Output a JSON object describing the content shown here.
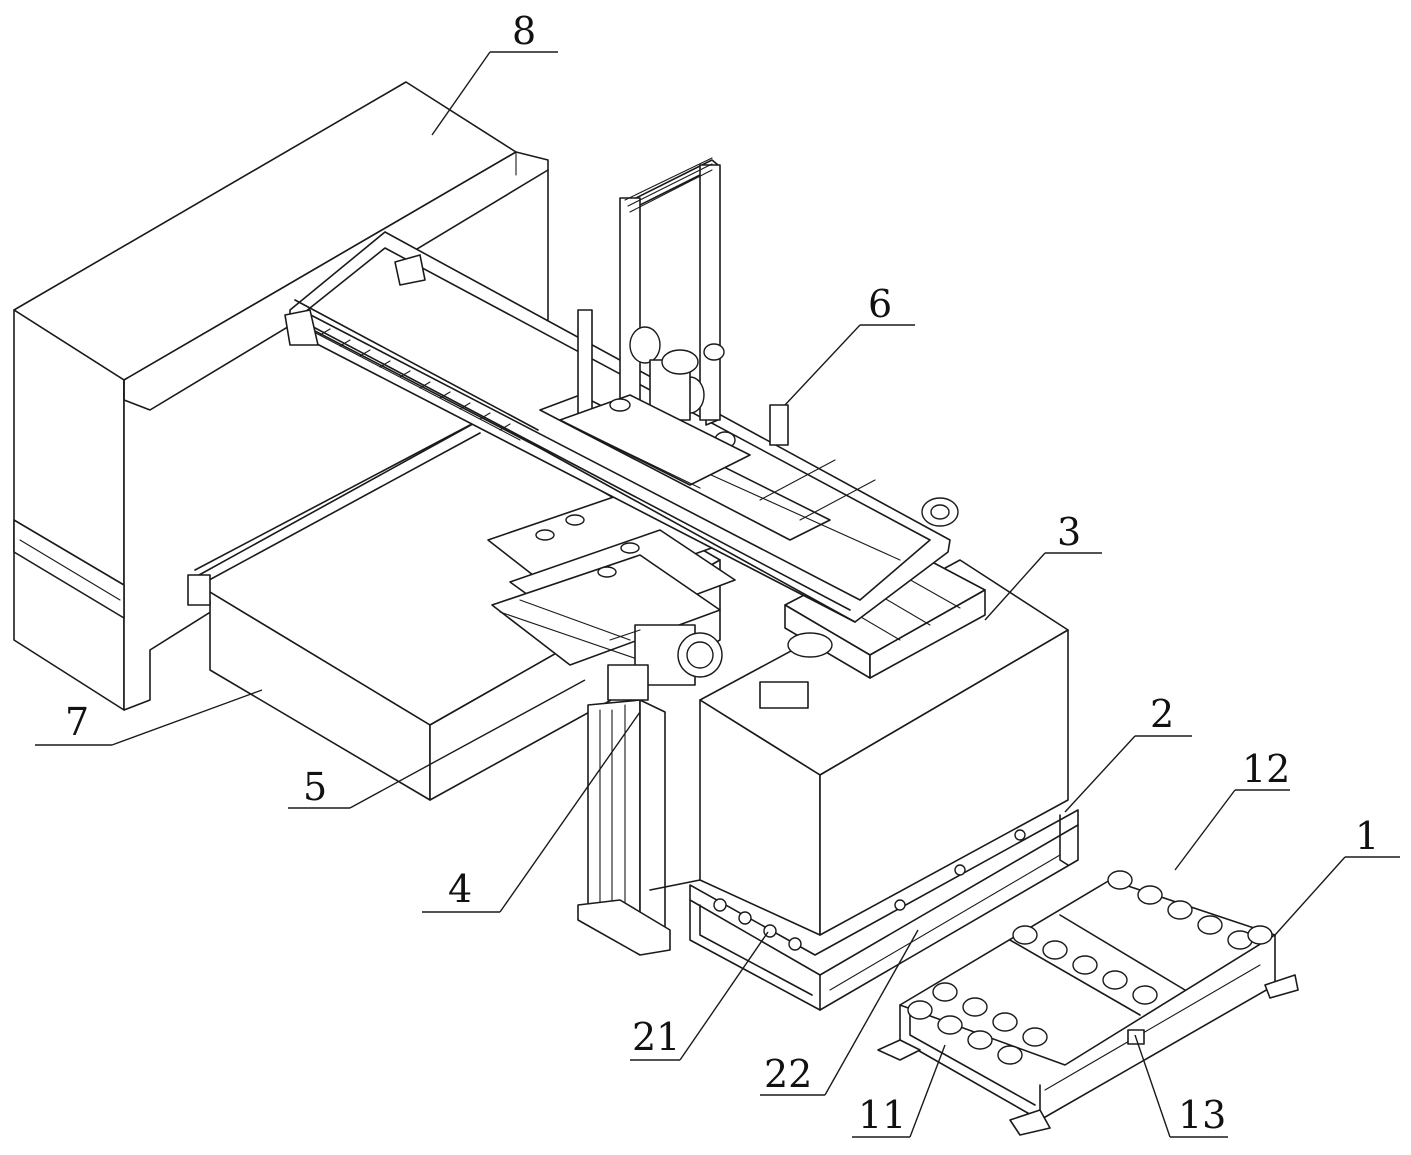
{
  "colors": {
    "line": "#1a1a1a",
    "background": "#ffffff"
  },
  "labels": [
    {
      "key": "8",
      "text": "8"
    },
    {
      "key": "6",
      "text": "6"
    },
    {
      "key": "3",
      "text": "3"
    },
    {
      "key": "7",
      "text": "7"
    },
    {
      "key": "5",
      "text": "5"
    },
    {
      "key": "2",
      "text": "2"
    },
    {
      "key": "12",
      "text": "12"
    },
    {
      "key": "1",
      "text": "1"
    },
    {
      "key": "4",
      "text": "4"
    },
    {
      "key": "21",
      "text": "21"
    },
    {
      "key": "22",
      "text": "22"
    },
    {
      "key": "11",
      "text": "11"
    },
    {
      "key": "13",
      "text": "13"
    }
  ]
}
